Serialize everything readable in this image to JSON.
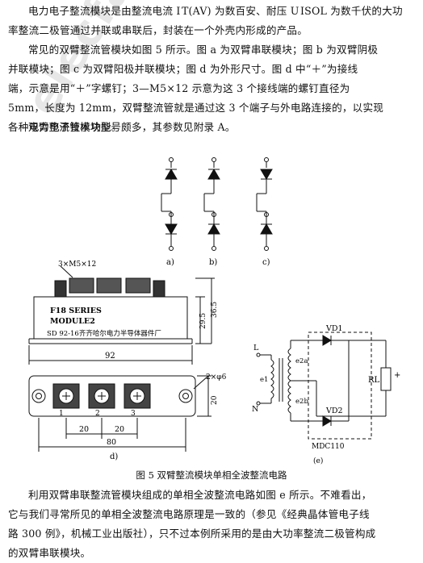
{
  "paragraph1": {
    "lines": [
      "电力电子整流模块是由整流电流 I T(AV) 为数百安、耐压 U ISOL 为数千伏的大功",
      "率整流二极管通过并联或串联后，封装在一个外壳内形成的产品。"
    ]
  },
  "paragraph2": {
    "lines": [
      "常见的双臂整流管模块如图 5 所示。图 a 为双臂串联模块；图 b 为双臂阴极",
      "并联模块；图 c 为双臂阳极并联模块；图 d 为外形尺寸。图 d 中“＋”为接线",
      "端，示意是用“＋”字螺钉；3—M5×12 示意为这 3 个接线端的螺钉直径为",
      "5mm，长度为 12mm，双臂整流管就是通过这 3 个端子与外电路连接的，以实现",
      "各种电力电子技术功能。"
    ]
  },
  "paragraph3": {
    "lines": [
      "双臂整流管模块型号颇多，其参数见附录 A。"
    ]
  },
  "watermark": "elecfans.com",
  "figure": {
    "sub_labels": [
      "a)",
      "b)",
      "c)",
      "d)",
      "(e)"
    ],
    "screw_label": "3×M5×12",
    "module_text_1": "F18 SERIES",
    "module_text_2": "MODULE2",
    "module_text_3": "SD 92-16齐齐哈尔电力半导体器件厂",
    "dim_29_5": "29.5",
    "dim_36_5": "36.5",
    "dim_92": "92",
    "dim_hole": "2×φ6",
    "dim_20_right": "20",
    "terminal_numbers": [
      "1",
      "2",
      "3"
    ],
    "dim_20_a": "20",
    "dim_20_b": "20",
    "dim_80": "80",
    "circuit_L": "L",
    "circuit_N": "N",
    "circuit_e1": "e1",
    "circuit_e2a": "e2a",
    "circuit_e2b": "e2b",
    "circuit_VD1": "VD1",
    "circuit_VD2": "VD2",
    "circuit_RL": "RL",
    "circuit_plus": "+",
    "circuit_model": "MDC110"
  },
  "caption": "图 5    双臂整流模块单相全波整流电路",
  "paragraph4": {
    "lines": [
      "利用双臂串联整流管模块组成的单相全波整流电路如图 e 所示。不难看出，",
      "它与我们寻常所见的单相全波整流电路原理是一致的（参见《经典晶体管电子线",
      "路 300 例》，机械工业出版社），只不过本例所采用的是由大功率整流二极管构成",
      "的双臂串联模块。"
    ]
  }
}
